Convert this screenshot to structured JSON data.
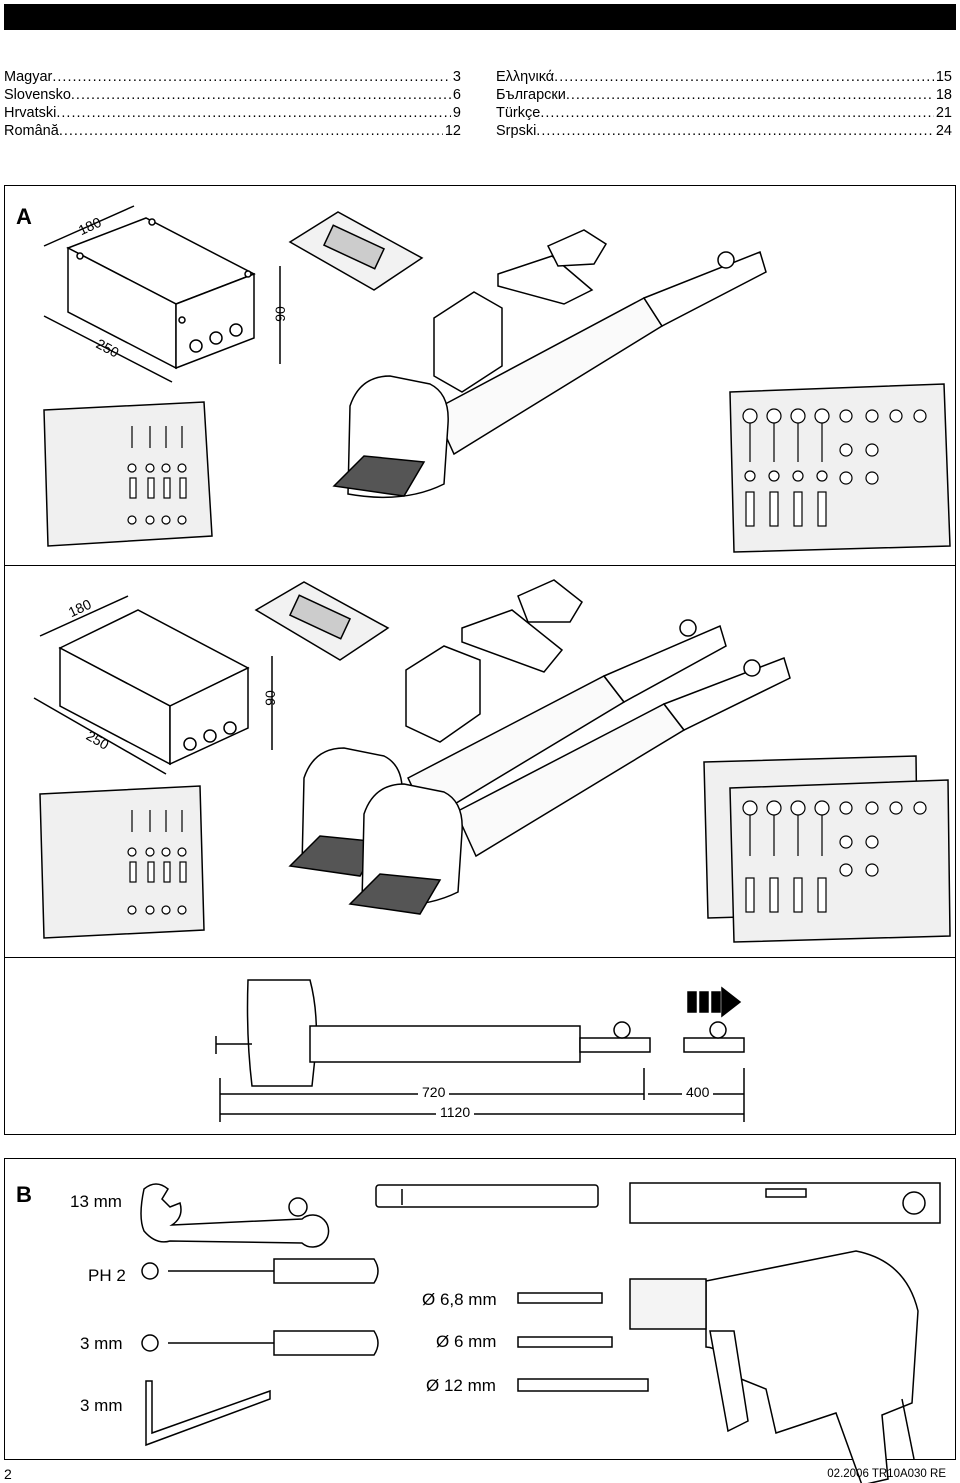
{
  "toc_left": [
    {
      "name": "Magyar",
      "page": "3"
    },
    {
      "name": "Slovensko",
      "page": "6"
    },
    {
      "name": "Hrvatski",
      "page": "9"
    },
    {
      "name": "Română",
      "page": "12"
    }
  ],
  "toc_right": [
    {
      "name": "Ελληνικά",
      "page": "15"
    },
    {
      "name": "Български",
      "page": "18"
    },
    {
      "name": "Türkçe",
      "page": "21"
    },
    {
      "name": "Srpski",
      "page": "24"
    }
  ],
  "panel_a": {
    "letter": "A",
    "box_dims": {
      "width": "180",
      "length": "250",
      "height": "90"
    },
    "box_dims_2": {
      "width": "180",
      "length": "250",
      "height": "90"
    },
    "drawing_dims": {
      "stroke": "720",
      "total": "1120",
      "extension": "400"
    }
  },
  "panel_b": {
    "letter": "B",
    "wrench_size": "13 mm",
    "screwdriver_ph": "PH 2",
    "screwdriver_flat": "3 mm",
    "hex_key": "3 mm",
    "drill_bit_1": "Ø 6,8 mm",
    "drill_bit_2": "Ø 6 mm",
    "drill_bit_3": "Ø 12 mm"
  },
  "footer": {
    "page_number": "2",
    "doc_code": "02.2006  TR10A030  RE"
  }
}
